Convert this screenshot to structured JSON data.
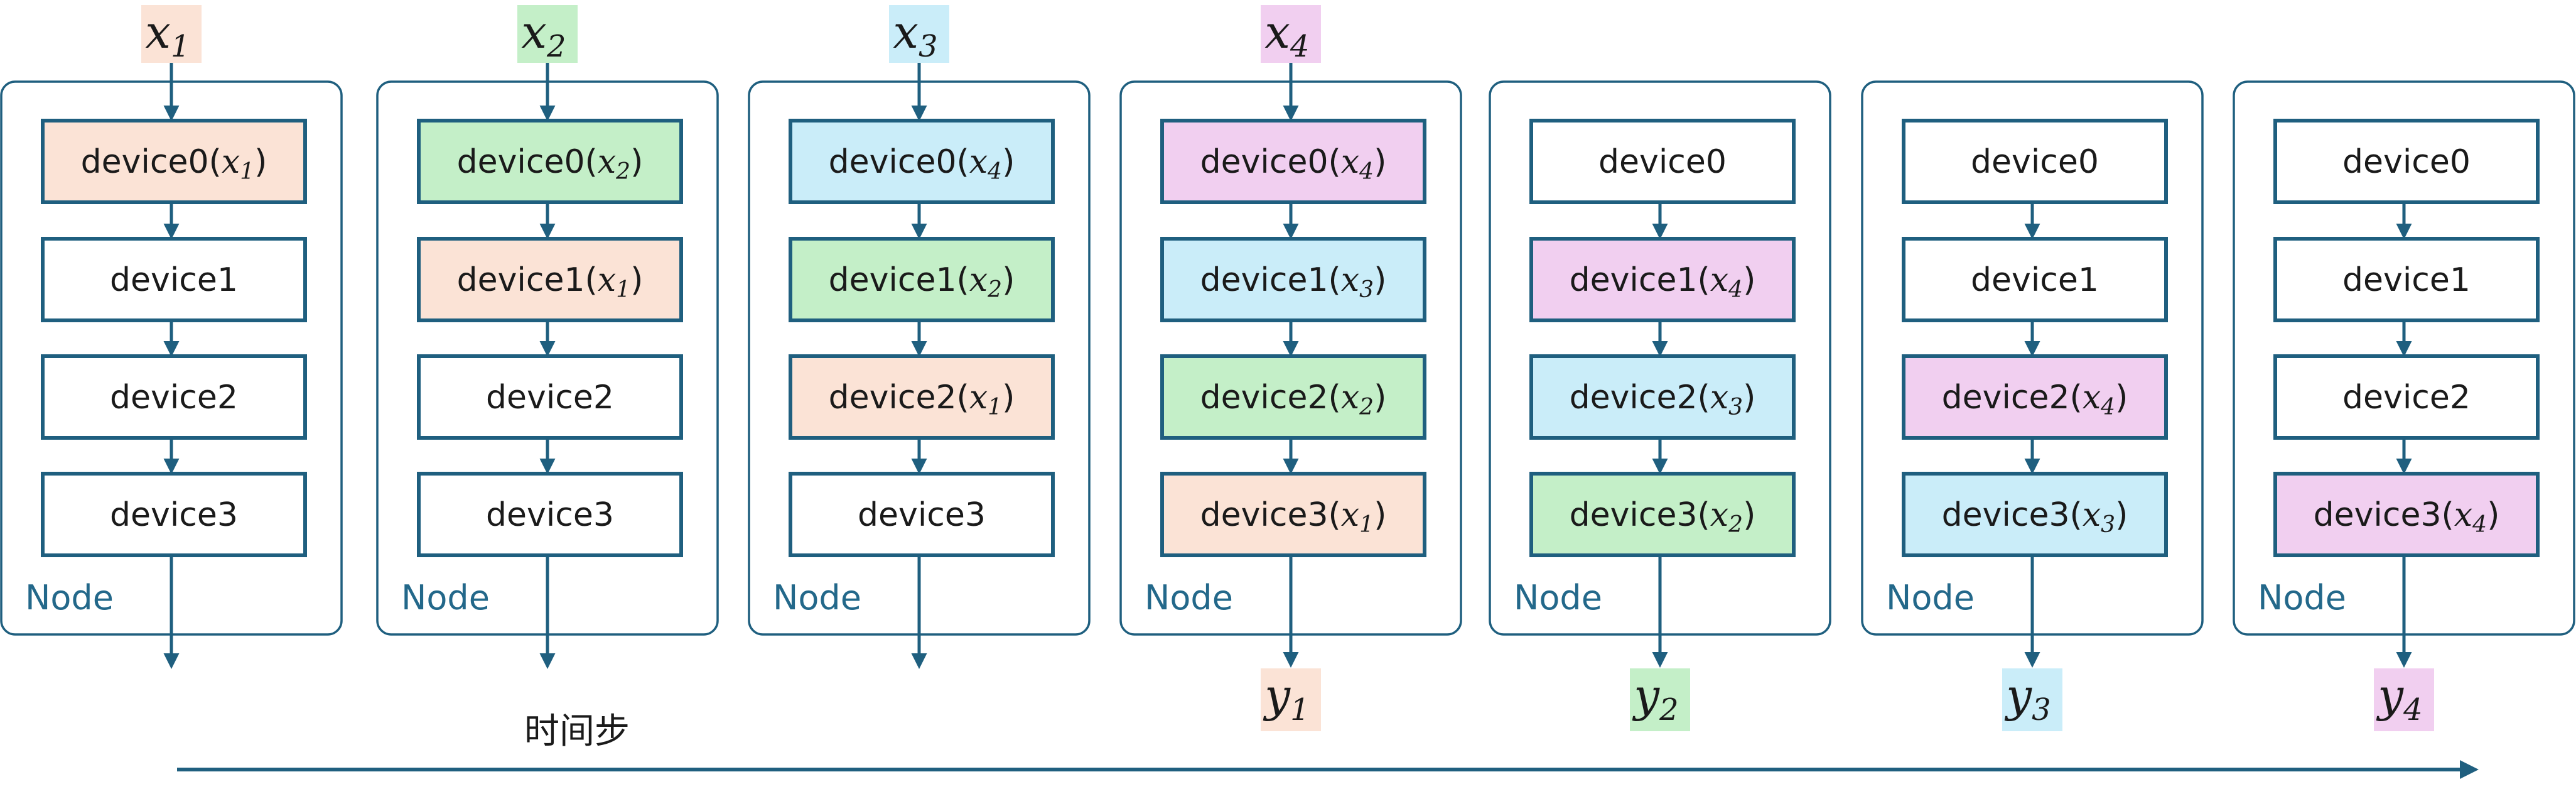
{
  "colors": {
    "stroke": "#1f5f7f",
    "x1": "#fbe3d6",
    "x2": "#c4efc8",
    "x3": "#caedf9",
    "x4": "#f1cff0",
    "empty": "#ffffff"
  },
  "node_label": "Node",
  "time_axis_label": "时间步",
  "time_steps": [
    {
      "input": {
        "base": "x",
        "sub": "1",
        "color_key": "x1"
      },
      "output": null,
      "devices": [
        {
          "name": "device0",
          "arg_base": "x",
          "arg_sub": "1",
          "color_key": "x1"
        },
        {
          "name": "device1",
          "arg_base": "",
          "arg_sub": "",
          "color_key": "empty"
        },
        {
          "name": "device2",
          "arg_base": "",
          "arg_sub": "",
          "color_key": "empty"
        },
        {
          "name": "device3",
          "arg_base": "",
          "arg_sub": "",
          "color_key": "empty"
        }
      ]
    },
    {
      "input": {
        "base": "x",
        "sub": "2",
        "color_key": "x2"
      },
      "output": null,
      "devices": [
        {
          "name": "device0",
          "arg_base": "x",
          "arg_sub": "2",
          "color_key": "x2"
        },
        {
          "name": "device1",
          "arg_base": "x",
          "arg_sub": "1",
          "color_key": "x1"
        },
        {
          "name": "device2",
          "arg_base": "",
          "arg_sub": "",
          "color_key": "empty"
        },
        {
          "name": "device3",
          "arg_base": "",
          "arg_sub": "",
          "color_key": "empty"
        }
      ]
    },
    {
      "input": {
        "base": "x",
        "sub": "3",
        "color_key": "x3"
      },
      "output": null,
      "devices": [
        {
          "name": "device0",
          "arg_base": "x",
          "arg_sub": "4",
          "color_key": "x3"
        },
        {
          "name": "device1",
          "arg_base": "x",
          "arg_sub": "2",
          "color_key": "x2"
        },
        {
          "name": "device2",
          "arg_base": "x",
          "arg_sub": "1",
          "color_key": "x1"
        },
        {
          "name": "device3",
          "arg_base": "",
          "arg_sub": "",
          "color_key": "empty"
        }
      ]
    },
    {
      "input": {
        "base": "x",
        "sub": "4",
        "color_key": "x4"
      },
      "output": {
        "base": "y",
        "sub": "1",
        "color_key": "x1"
      },
      "devices": [
        {
          "name": "device0",
          "arg_base": "x",
          "arg_sub": "4",
          "color_key": "x4"
        },
        {
          "name": "device1",
          "arg_base": "x",
          "arg_sub": "3",
          "color_key": "x3"
        },
        {
          "name": "device2",
          "arg_base": "x",
          "arg_sub": "2",
          "color_key": "x2"
        },
        {
          "name": "device3",
          "arg_base": "x",
          "arg_sub": "1",
          "color_key": "x1"
        }
      ]
    },
    {
      "input": null,
      "output": {
        "base": "y",
        "sub": "2",
        "color_key": "x2"
      },
      "devices": [
        {
          "name": "device0",
          "arg_base": "",
          "arg_sub": "",
          "color_key": "empty"
        },
        {
          "name": "device1",
          "arg_base": "x",
          "arg_sub": "4",
          "color_key": "x4"
        },
        {
          "name": "device2",
          "arg_base": "x",
          "arg_sub": "3",
          "color_key": "x3"
        },
        {
          "name": "device3",
          "arg_base": "x",
          "arg_sub": "2",
          "color_key": "x2"
        }
      ]
    },
    {
      "input": null,
      "output": {
        "base": "y",
        "sub": "3",
        "color_key": "x3"
      },
      "devices": [
        {
          "name": "device0",
          "arg_base": "",
          "arg_sub": "",
          "color_key": "empty"
        },
        {
          "name": "device1",
          "arg_base": "",
          "arg_sub": "",
          "color_key": "empty"
        },
        {
          "name": "device2",
          "arg_base": "x",
          "arg_sub": "4",
          "color_key": "x4"
        },
        {
          "name": "device3",
          "arg_base": "x",
          "arg_sub": "3",
          "color_key": "x3"
        }
      ]
    },
    {
      "input": null,
      "output": {
        "base": "y",
        "sub": "4",
        "color_key": "x4"
      },
      "devices": [
        {
          "name": "device0",
          "arg_base": "",
          "arg_sub": "",
          "color_key": "empty"
        },
        {
          "name": "device1",
          "arg_base": "",
          "arg_sub": "",
          "color_key": "empty"
        },
        {
          "name": "device2",
          "arg_base": "",
          "arg_sub": "",
          "color_key": "empty"
        },
        {
          "name": "device3",
          "arg_base": "x",
          "arg_sub": "4",
          "color_key": "x4"
        }
      ]
    }
  ]
}
